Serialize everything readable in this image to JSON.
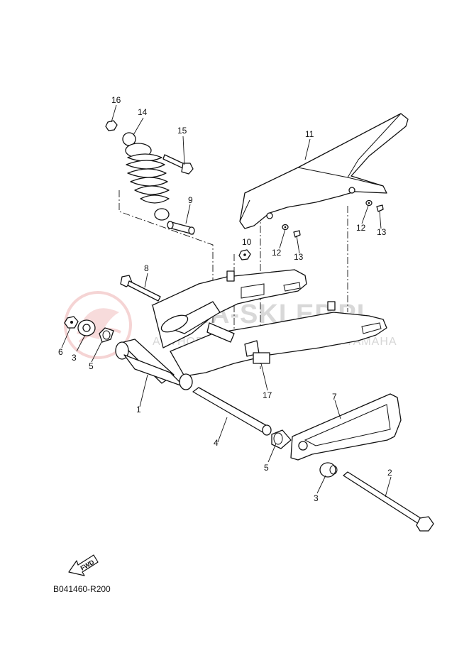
{
  "diagram": {
    "reference_code": "B041460-R200",
    "direction_arrow_label": "FWD",
    "watermark": {
      "main": "YAMA-SKLEP.PL",
      "sub": "AUTHORISED YAMAHA DEALER YAMAHA",
      "color": "#d6d6d6",
      "logo_color": "#f3c4c4"
    },
    "callouts": {
      "c1": "1",
      "c2": "2",
      "c3a": "3",
      "c3b": "3",
      "c4": "4",
      "c5a": "5",
      "c5b": "5",
      "c6": "6",
      "c7": "7",
      "c8": "8",
      "c9": "9",
      "c10": "10",
      "c11": "11",
      "c12a": "12",
      "c12b": "12",
      "c13a": "13",
      "c13b": "13",
      "c14": "14",
      "c15": "15",
      "c16": "16",
      "c17": "17"
    }
  }
}
